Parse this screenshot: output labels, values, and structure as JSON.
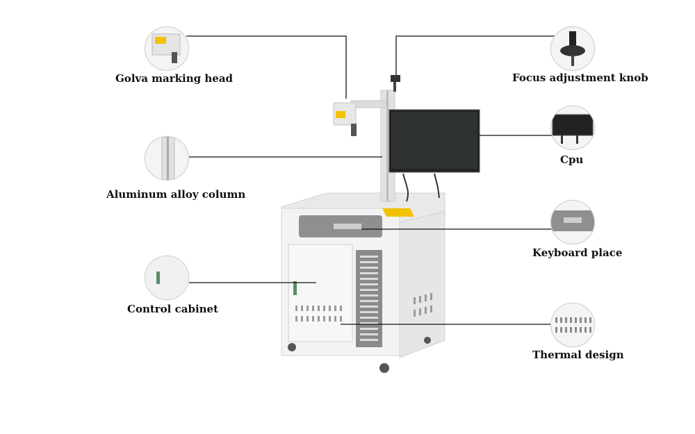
{
  "callouts": {
    "marking_head": "Golva marking head",
    "column": "Aluminum alloy column",
    "control_cabinet": "Control cabinet",
    "focus_knob": "Focus adjustment knob",
    "cpu": "Cpu",
    "keyboard_place": "Keyboard place",
    "thermal": "Thermal design"
  },
  "colors": {
    "line": "#111111",
    "cabinet": "#f2f2f2",
    "panel": "#8c8c8c",
    "screen": "#222222",
    "warning": "#f2c200"
  }
}
